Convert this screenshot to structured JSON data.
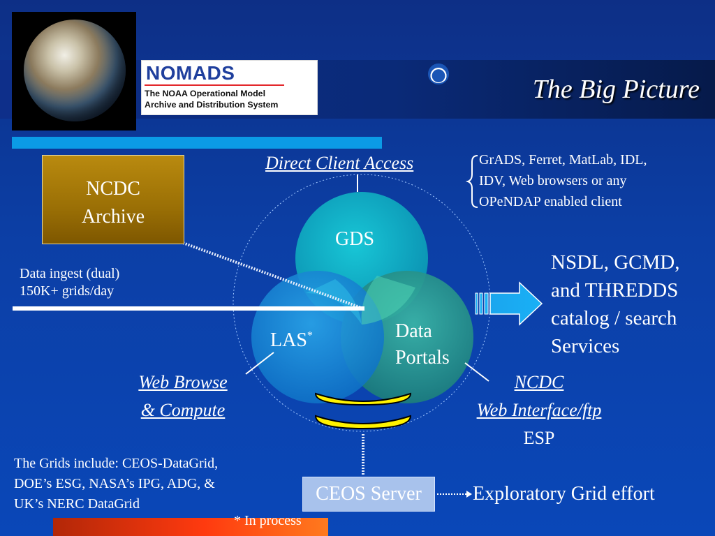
{
  "header": {
    "title": "The Big Picture",
    "logo": {
      "name": "NOMADS",
      "subtitle_line1": "The NOAA Operational Model",
      "subtitle_line2": "Archive and Distribution System"
    }
  },
  "diagram": {
    "ncdc_archive": {
      "line1": "NCDC",
      "line2": "Archive"
    },
    "data_ingest": {
      "line1": "Data ingest (dual)",
      "line2": "150K+ grids/day"
    },
    "direct_client_access": "Direct Client Access",
    "clients": {
      "line1": "GrADS, Ferret, MatLab, IDL,",
      "line2": "IDV, Web browsers or any",
      "line3": "OPeNDAP enabled client"
    },
    "circles": {
      "gds": "GDS",
      "las": "LAS",
      "las_mark": "*",
      "data_portals_line1": "Data",
      "data_portals_line2": "Portals"
    },
    "catalog": {
      "line1": "NSDL, GCMD,",
      "line2": "and THREDDS",
      "line3": "catalog / search",
      "line4": "Services"
    },
    "web_browse": {
      "line1": "Web Browse",
      "line2": "& Compute"
    },
    "ncdc_web": {
      "line1": "NCDC",
      "line2": "Web Interface/ftp",
      "line3": "ESP"
    },
    "grids_note": {
      "line1": "The Grids include: CEOS-DataGrid,",
      "line2": "DOE’s ESG, NASA’s IPG, ADG, &",
      "line3": "UK’s NERC DataGrid"
    },
    "ceos_server": "CEOS Server",
    "exploratory": "Exploratory Grid effort",
    "footnote": "* In process"
  },
  "colors": {
    "background": "#0a3fa3",
    "header_band": "#0e2f8a",
    "accent_bar": "#0b9be6",
    "archive_gold": "#a77b08",
    "gds_circle": "#0fb0c8",
    "las_circle": "#1d8fd8",
    "portals_circle": "#2a9a8a",
    "yellow_disc": "#fff200",
    "ceos_box": "#a8c2ec",
    "footer_bar": "#ff3a0f"
  }
}
